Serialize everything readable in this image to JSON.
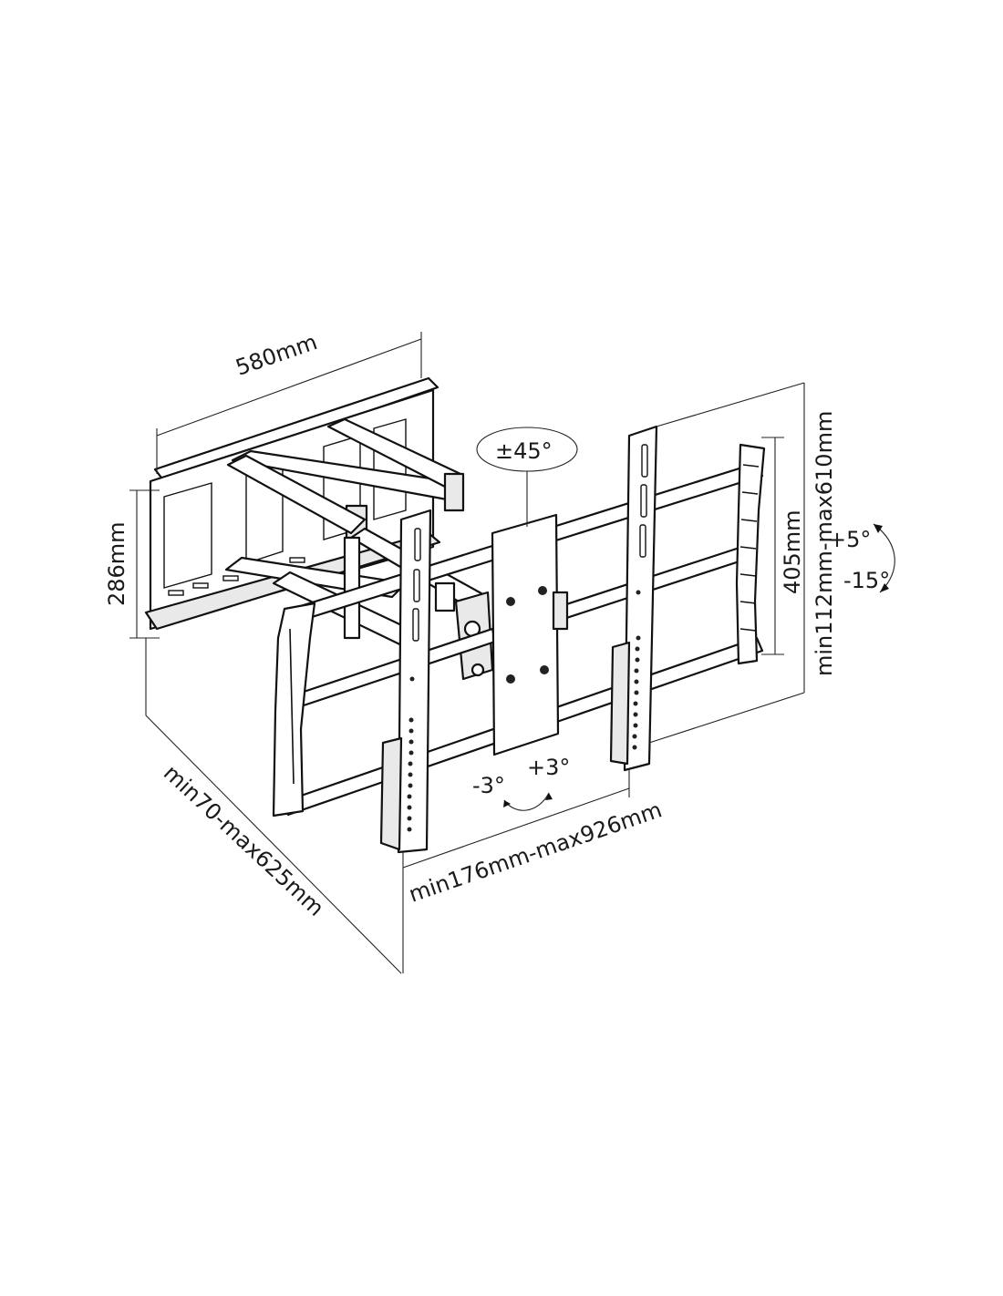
{
  "dimensions": {
    "wall_plate_width": "580mm",
    "wall_plate_height": "286mm",
    "swivel": "±45°",
    "tilt_up": "+5°",
    "tilt_down": "-15°",
    "vertical_spacing": "405mm",
    "vertical_range": "min112mm-max610mm",
    "horizontal_range": "min176mm-max926mm",
    "depth_range": "min70-max625mm",
    "level_minus": "-3°",
    "level_plus": "+3°"
  },
  "colors": {
    "line": "#111111",
    "fill": "#ffffff",
    "shade": "#e9e9e9"
  }
}
